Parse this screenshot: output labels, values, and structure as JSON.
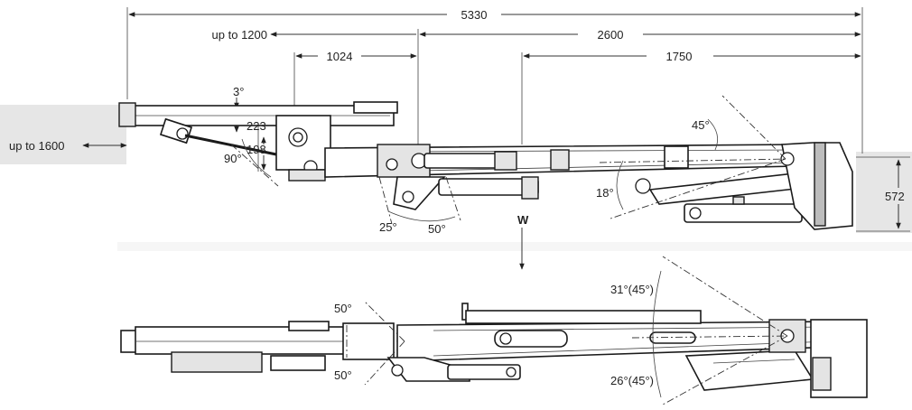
{
  "dimensions": {
    "overall_length": "5330",
    "reach_front": "up to 1200",
    "reach_rear": "2600",
    "segment_1024": "1024",
    "segment_1750": "1750",
    "reach_down": "up to 1600",
    "height_572": "572",
    "offset_223": "223",
    "offset_198": "198"
  },
  "angles": {
    "tilt_3": "3°",
    "angle_90": "90°",
    "angle_25": "25°",
    "angle_50_side": "50°",
    "angle_45_side": "45°",
    "angle_18": "18°",
    "angle_50_top_upper": "50°",
    "angle_50_top_lower": "50°",
    "angle_31_45": "31°(45°)",
    "angle_26_45": "26°(45°)"
  },
  "load_label": "W"
}
